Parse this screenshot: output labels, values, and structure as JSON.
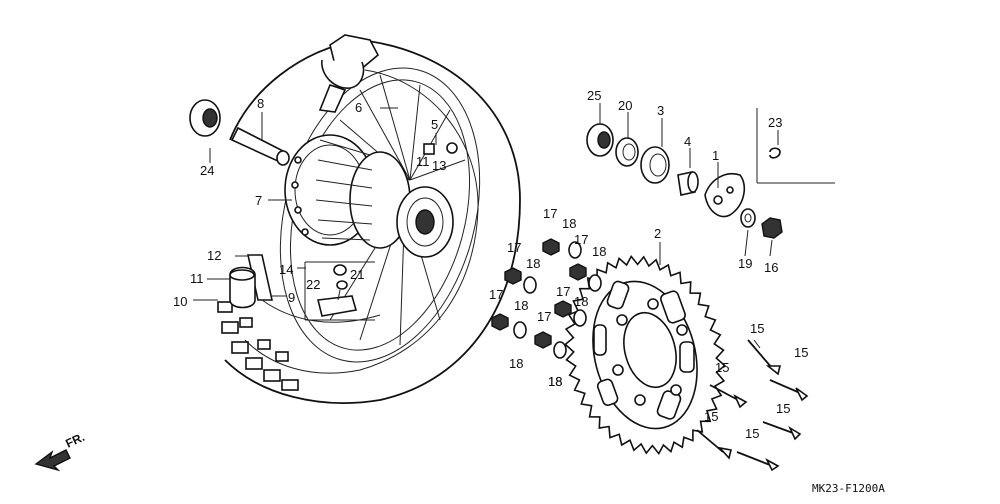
{
  "diagram": {
    "code": "MK23-F1200A",
    "direction_label": "FR.",
    "labels": [
      "25",
      "20",
      "3",
      "4",
      "1",
      "23",
      "8",
      "6",
      "5",
      "24",
      "7",
      "11",
      "13",
      "2",
      "12",
      "17",
      "18",
      "17",
      "18",
      "14",
      "11",
      "17",
      "18",
      "22",
      "21",
      "10",
      "9",
      "17",
      "18",
      "17",
      "18",
      "17",
      "18",
      "19",
      "16",
      "18",
      "18",
      "15",
      "15",
      "15",
      "15",
      "15",
      "15",
      "15"
    ]
  }
}
